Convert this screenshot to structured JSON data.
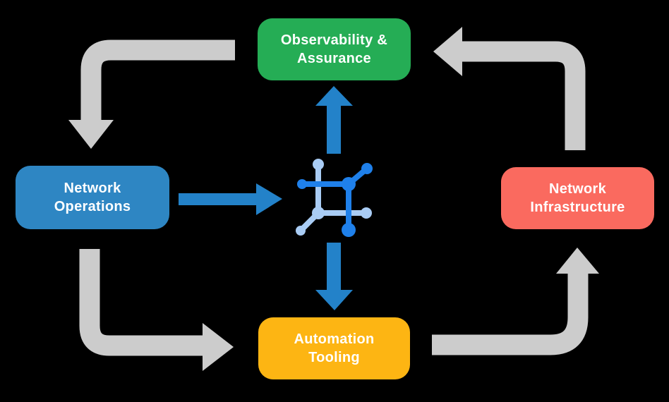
{
  "diagram": {
    "title": "",
    "colors": {
      "background": "#000000",
      "cycle_arrow": "#CCCCCC",
      "flow_arrow": "#2382C9",
      "icon_primary": "#1F80EA",
      "icon_secondary": "#A9CCF4",
      "node_text": "#FFFFFF"
    },
    "nodes": [
      {
        "id": "observability-assurance",
        "label_line1": "Observability &",
        "label_line2": "Assurance",
        "color": "#25AD55"
      },
      {
        "id": "network-operations",
        "label_line1": "Network",
        "label_line2": "Operations",
        "color": "#2E86C3"
      },
      {
        "id": "network-infrastructure",
        "label_line1": "Network",
        "label_line2": "Infrastructure",
        "color": "#FA6A5F"
      },
      {
        "id": "automation-tooling",
        "label_line1": "Automation",
        "label_line2": "Tooling",
        "color": "#FDB513"
      }
    ],
    "center_icon": {
      "name": "network-nodes-icon"
    },
    "cycle_arrows": [
      {
        "from": "observability-assurance",
        "to": "network-operations"
      },
      {
        "from": "network-operations",
        "to": "automation-tooling"
      },
      {
        "from": "automation-tooling",
        "to": "network-infrastructure"
      },
      {
        "from": "network-infrastructure",
        "to": "observability-assurance"
      }
    ],
    "flow_arrows": [
      {
        "from": "network-operations",
        "to": "center-icon"
      },
      {
        "from": "center-icon",
        "to": "observability-assurance"
      },
      {
        "from": "center-icon",
        "to": "automation-tooling"
      }
    ]
  }
}
